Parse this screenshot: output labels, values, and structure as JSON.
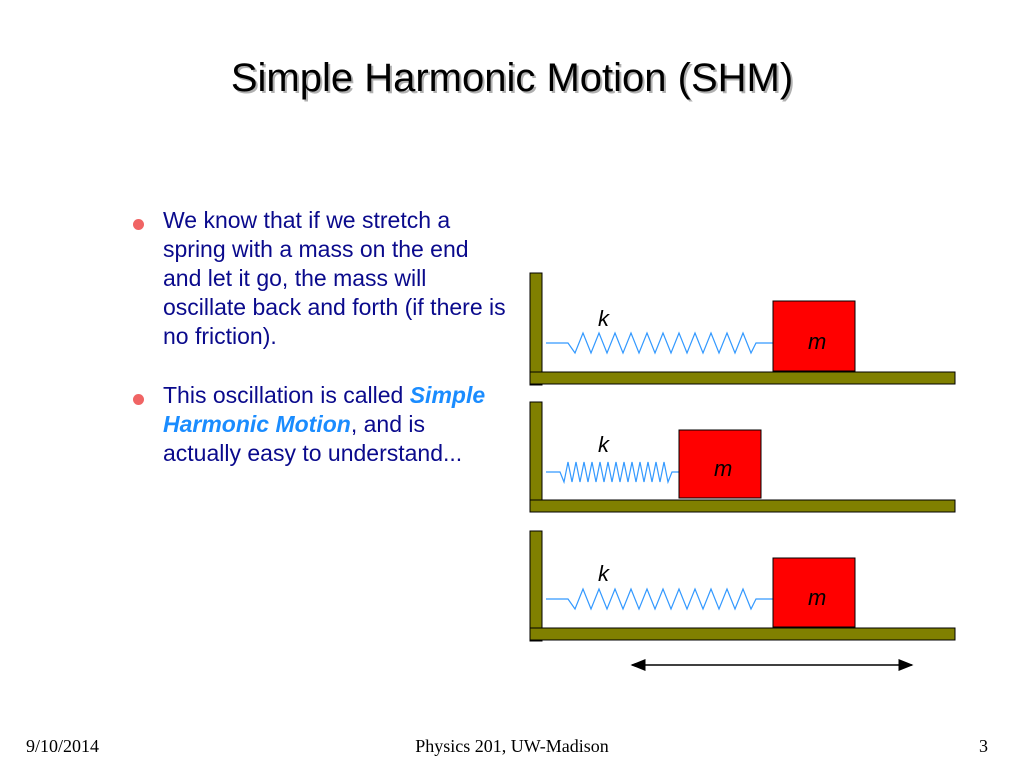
{
  "slide": {
    "title": "Simple Harmonic Motion (SHM)"
  },
  "bullets": [
    {
      "text": "We know that if we stretch a spring with a mass on the end and let it go, the mass will oscillate back and forth (if there is no friction)."
    },
    {
      "text_before": "This oscillation is called ",
      "emphasis": "Simple Harmonic Motion",
      "text_after": ", and is actually easy to understand..."
    }
  ],
  "diagram": {
    "panels": [
      {
        "spring_label": "k",
        "mass_label": "m"
      },
      {
        "spring_label": "k",
        "mass_label": "m"
      },
      {
        "spring_label": "k",
        "mass_label": "m"
      }
    ],
    "colors": {
      "wall_floor": "#808000",
      "mass_fill": "#ff0000",
      "spring": "#3399ff",
      "bullet_dot": "#f06464",
      "text_blue": "#0a0a8c",
      "emphasis_blue": "#1a8cff"
    },
    "motion_arrow": "double-headed-arrow"
  },
  "footer": {
    "date": "9/10/2014",
    "course": "Physics 201, UW-Madison",
    "page": "3"
  }
}
